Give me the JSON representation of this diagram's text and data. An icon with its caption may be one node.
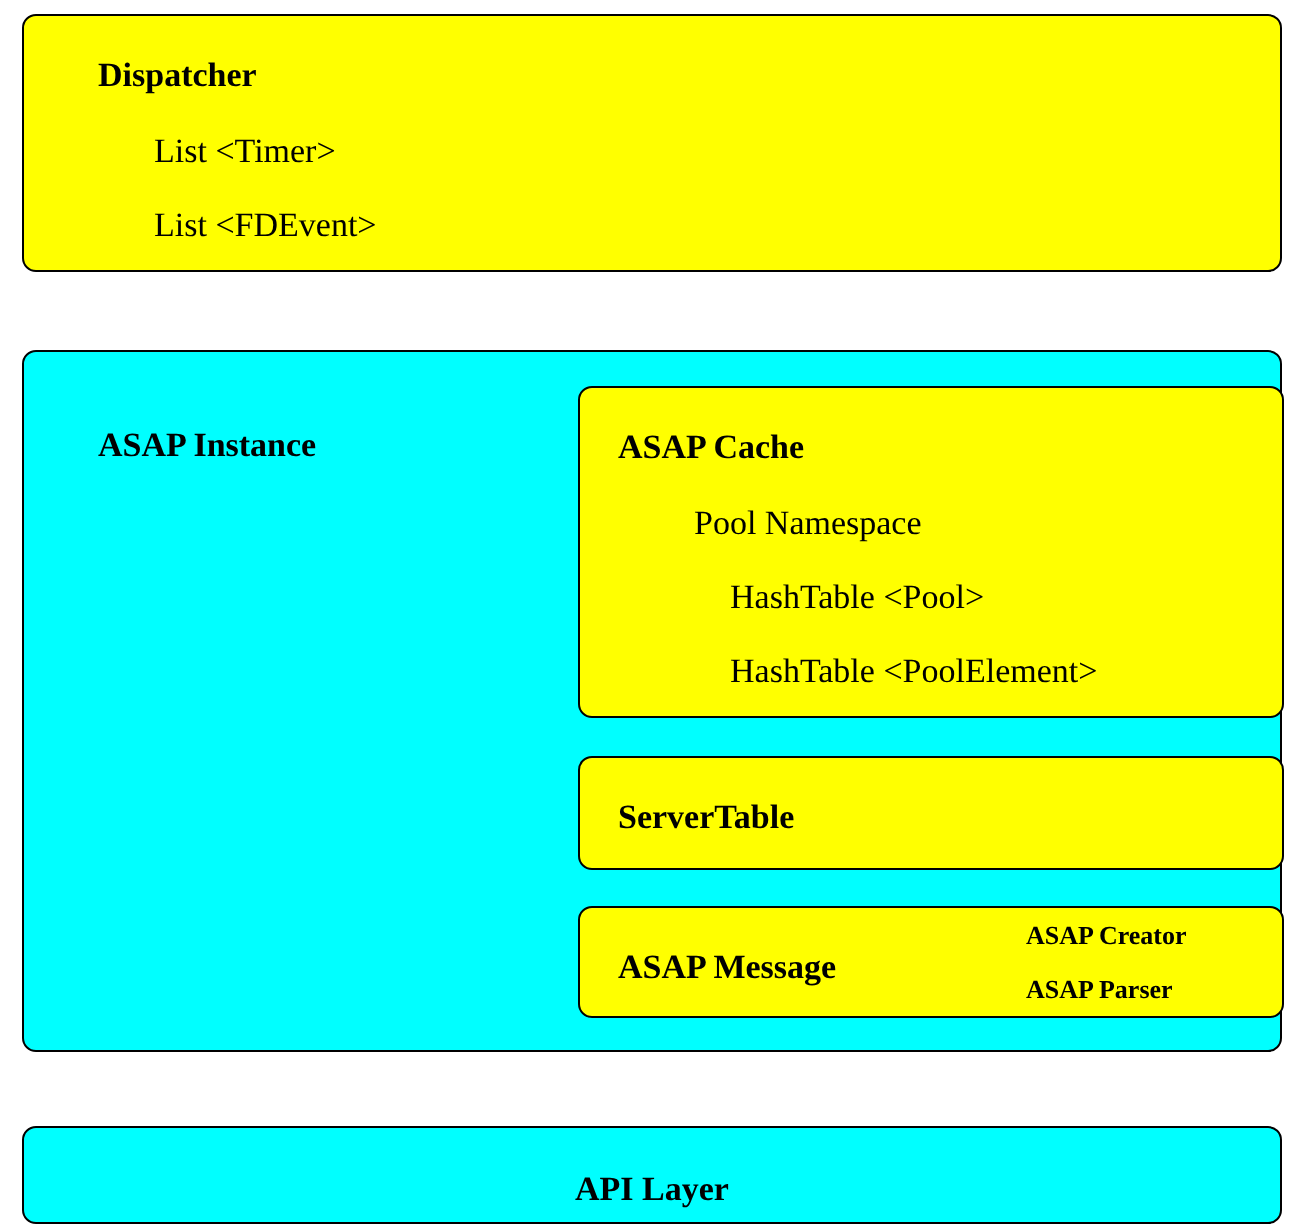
{
  "diagram": {
    "nodes": [
      {
        "text": [
          "Dispatcher",
          "List <Timer>",
          "List <FDEvent>"
        ]
      },
      {
        "text": [
          "ASAP Instance"
        ]
      },
      {
        "text": [
          "ASAP Cache",
          "Pool Namespace",
          "HashTable <Pool>",
          "HashTable <PoolElement>"
        ],
        "in": 1
      },
      {
        "text": [
          "ServerTable"
        ],
        "in": 1
      },
      {
        "text": [
          "ASAP Message",
          "ASAP Creator",
          "ASAP Parser"
        ],
        "in": 1
      },
      {
        "text": [
          "API Layer"
        ]
      }
    ]
  }
}
